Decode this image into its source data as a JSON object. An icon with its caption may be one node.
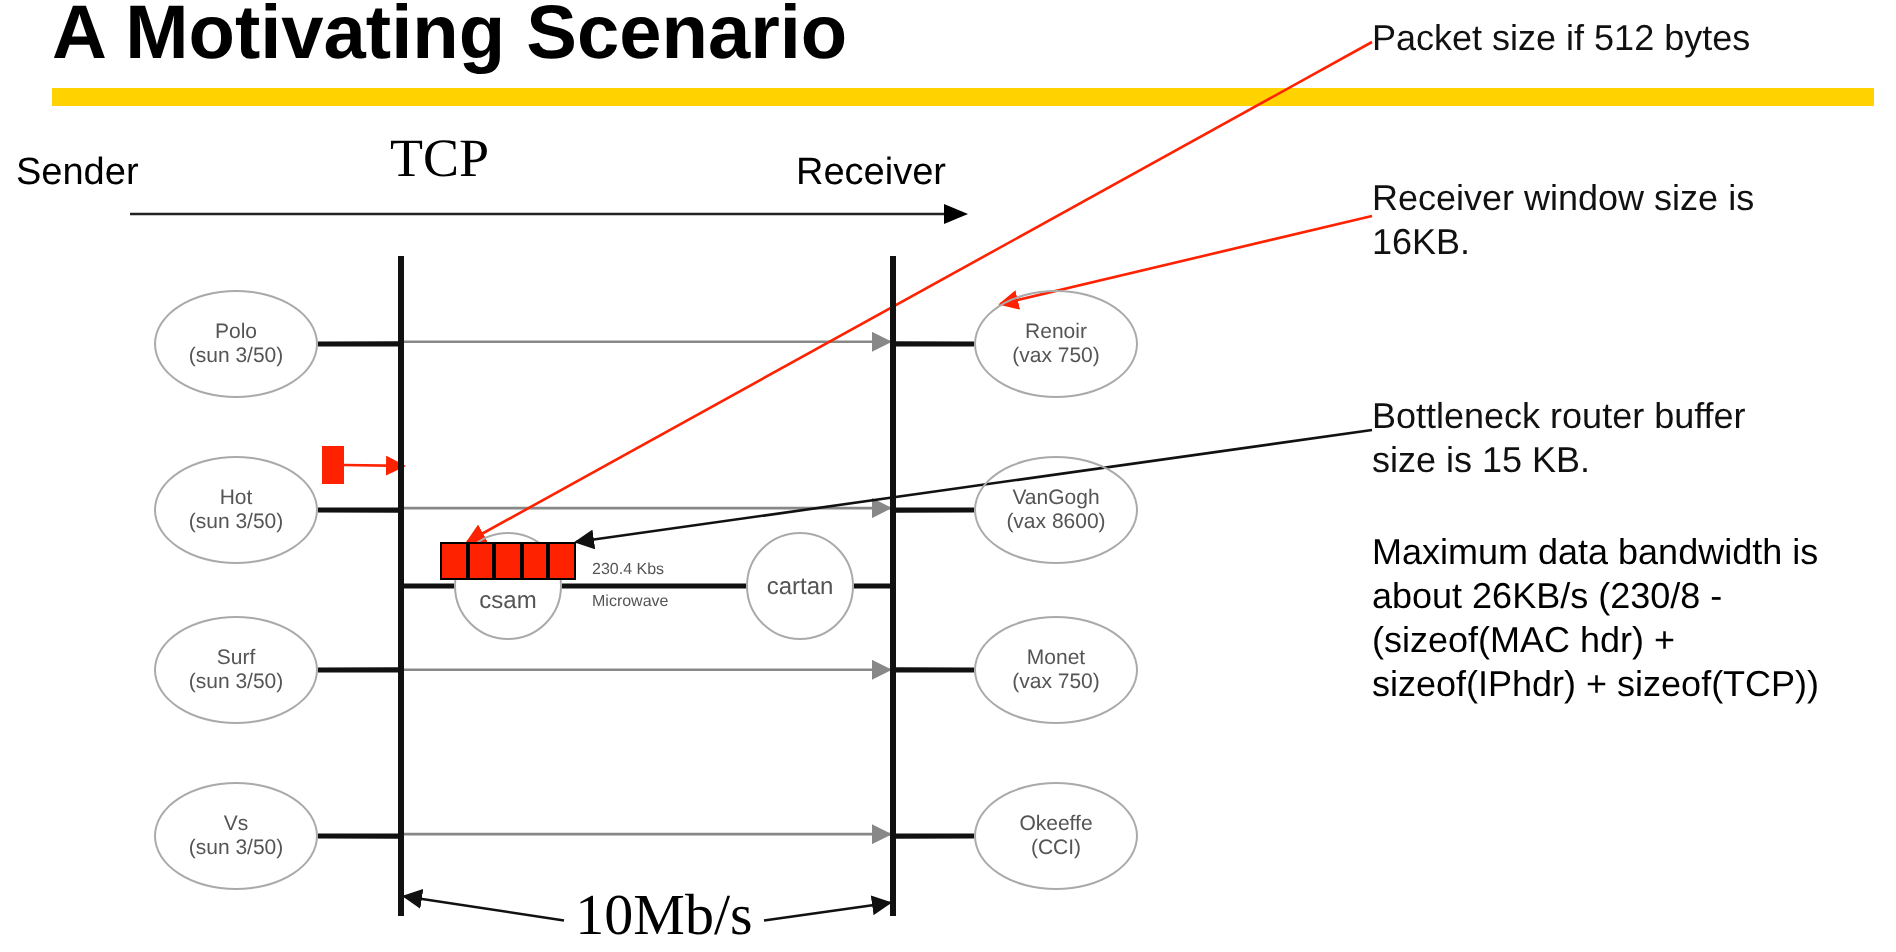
{
  "diagram": {
    "title": "A Motivating Scenario",
    "nodes": [
      {
        "text": [
          "Polo",
          "(sun 3/50)"
        ]
      },
      {
        "text": [
          "Hot",
          "(sun 3/50)"
        ]
      },
      {
        "text": [
          "Surf",
          "(sun 3/50)"
        ]
      },
      {
        "text": [
          "Vs",
          "(sun 3/50)"
        ]
      },
      {
        "text": [
          "Renoir",
          "(vax 750)"
        ]
      },
      {
        "text": [
          "VanGogh",
          "(vax 8600)"
        ]
      },
      {
        "text": [
          "Monet",
          "(vax 750)"
        ]
      },
      {
        "text": [
          "Okeeffe",
          "(CCI)"
        ]
      },
      {
        "text": [
          "csam"
        ]
      },
      {
        "text": [
          "cartan"
        ]
      },
      {
        "text": [],
        "shape": "bar"
      },
      {
        "text": [],
        "shape": "bar"
      },
      {
        "text": [],
        "shape": "box"
      },
      {
        "text": [],
        "shape": "box"
      },
      {
        "text": [
          "Packet size if 512 bytes"
        ]
      },
      {
        "text": [
          "Receiver window size is 16KB."
        ]
      },
      {
        "text": [
          "Bottleneck router buffer size is 15 KB."
        ]
      },
      {
        "text": [
          "10Mb/s"
        ]
      }
    ],
    "edges": [
      {
        "from": 0,
        "to": 10,
        "arrow": "none"
      },
      {
        "from": 1,
        "to": 10,
        "arrow": "none"
      },
      {
        "from": 2,
        "to": 10,
        "arrow": "none"
      },
      {
        "from": 3,
        "to": 10,
        "arrow": "none"
      },
      {
        "from": 11,
        "to": 4,
        "arrow": "none"
      },
      {
        "from": 11,
        "to": 5,
        "arrow": "none"
      },
      {
        "from": 11,
        "to": 6,
        "arrow": "none"
      },
      {
        "from": 11,
        "to": 7,
        "arrow": "none"
      },
      {
        "from": 10,
        "to": 8,
        "arrow": "none"
      },
      {
        "from": 8,
        "to": 9,
        "arrow": "none"
      },
      {
        "from": 9,
        "to": 11,
        "arrow": "none"
      },
      {
        "from": 10,
        "to": 11,
        "arrow": "to",
        "color": "#888888"
      },
      {
        "from": 10,
        "to": 11,
        "arrow": "to",
        "color": "#888888"
      },
      {
        "from": 10,
        "to": 11,
        "arrow": "to",
        "color": "#888888"
      },
      {
        "from": 10,
        "to": 11,
        "arrow": "to",
        "color": "#888888"
      },
      {
        "from": 13,
        "to": 10,
        "arrow": "to",
        "color": "#ff2200"
      },
      {
        "from": 14,
        "to": 12,
        "arrow": "to",
        "color": "#ff2200"
      },
      {
        "from": 15,
        "to": 4,
        "arrow": "to",
        "color": "#ff2200"
      },
      {
        "from": 16,
        "to": 12,
        "arrow": "to"
      },
      {
        "from": 17,
        "to": 10,
        "arrow": "to"
      },
      {
        "from": 17,
        "to": 11,
        "arrow": "to"
      }
    ],
    "labels": [
      "Sender",
      "TCP",
      "Receiver",
      "230.4 Kbs",
      "Microwave",
      "Maximum data bandwidth is about 26KB/s (230/8 - (sizeof(MAC hdr) + sizeof(IPhdr) + sizeof(TCP))"
    ]
  }
}
